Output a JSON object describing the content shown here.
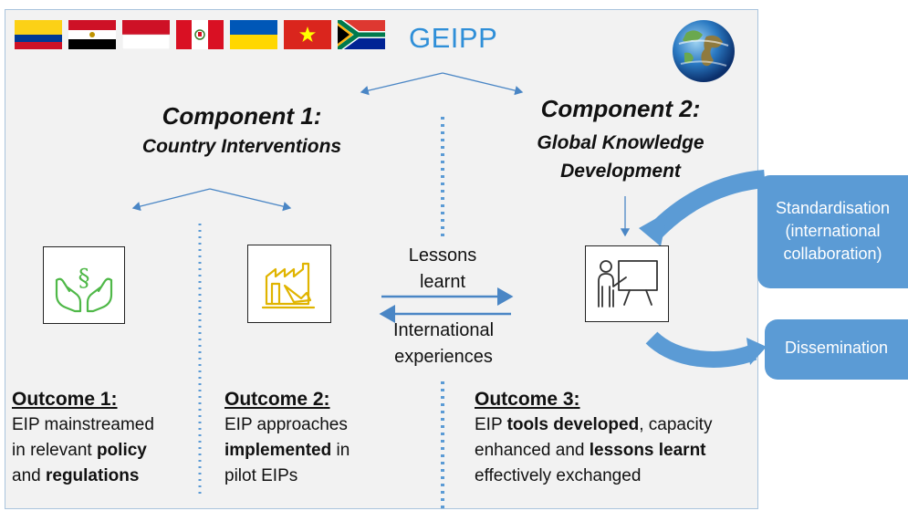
{
  "header": {
    "title": "GEIPP",
    "flags": [
      {
        "country": "Colombia",
        "colors": [
          "#fcd116",
          "#003893",
          "#ce1126"
        ]
      },
      {
        "country": "Egypt",
        "colors": [
          "#ce1126",
          "#ffffff",
          "#000000"
        ]
      },
      {
        "country": "Indonesia",
        "colors": [
          "#ce1126",
          "#ffffff"
        ]
      },
      {
        "country": "Peru",
        "colors": [
          "#d91023",
          "#ffffff",
          "#d91023"
        ]
      },
      {
        "country": "Ukraine",
        "colors": [
          "#0057b7",
          "#ffd700"
        ]
      },
      {
        "country": "Viet Nam",
        "colors": [
          "#da251d",
          "#ffff00"
        ]
      },
      {
        "country": "South Africa",
        "colors": [
          "#007a4d",
          "#ffb612",
          "#000000",
          "#de3831",
          "#002395",
          "#ffffff"
        ]
      }
    ],
    "globe_icon": "earth-globe-icon"
  },
  "component1": {
    "title": "Component 1:",
    "subtitle": "Country Interventions"
  },
  "component2": {
    "title": "Component 2:",
    "subtitle_line1": "Global Knowledge",
    "subtitle_line2": "Development"
  },
  "icons": {
    "policy": "hands-paragraph-icon",
    "implementation": "factory-hand-icon",
    "knowledge": "presenter-board-icon"
  },
  "exchange": {
    "top_line1": "Lessons",
    "top_line2": "learnt",
    "bottom_line1": "International",
    "bottom_line2": "experiences"
  },
  "outcomes": [
    {
      "title": "Outcome 1",
      "lines": [
        [
          {
            "t": "EIP mainstreamed",
            "b": false
          }
        ],
        [
          {
            "t": "in relevant ",
            "b": false
          },
          {
            "t": "policy",
            "b": true
          }
        ],
        [
          {
            "t": "and ",
            "b": false
          },
          {
            "t": "regulations",
            "b": true
          }
        ]
      ]
    },
    {
      "title": "Outcome 2",
      "lines": [
        [
          {
            "t": "EIP approaches",
            "b": false
          }
        ],
        [
          {
            "t": "implemented",
            "b": true
          },
          {
            "t": " in",
            "b": false
          }
        ],
        [
          {
            "t": "pilot EIPs",
            "b": false
          }
        ]
      ]
    },
    {
      "title": "Outcome 3",
      "lines": [
        [
          {
            "t": "EIP ",
            "b": false
          },
          {
            "t": "tools developed",
            "b": true
          },
          {
            "t": ", capacity",
            "b": false
          }
        ],
        [
          {
            "t": "enhanced and ",
            "b": false
          },
          {
            "t": "lessons learnt",
            "b": true
          }
        ],
        [
          {
            "t": "effectively exchanged",
            "b": false
          }
        ]
      ]
    }
  ],
  "side": {
    "standardisation_line1": "Standardisation",
    "standardisation_line2": "(international",
    "standardisation_line3": "collaboration)",
    "dissemination": "Dissemination"
  },
  "colors": {
    "accent": "#2f8fd8",
    "box_blue": "#5b9bd5",
    "connector": "#4a86c5",
    "icon_green": "#4fb848",
    "icon_yellow": "#e0b400"
  }
}
